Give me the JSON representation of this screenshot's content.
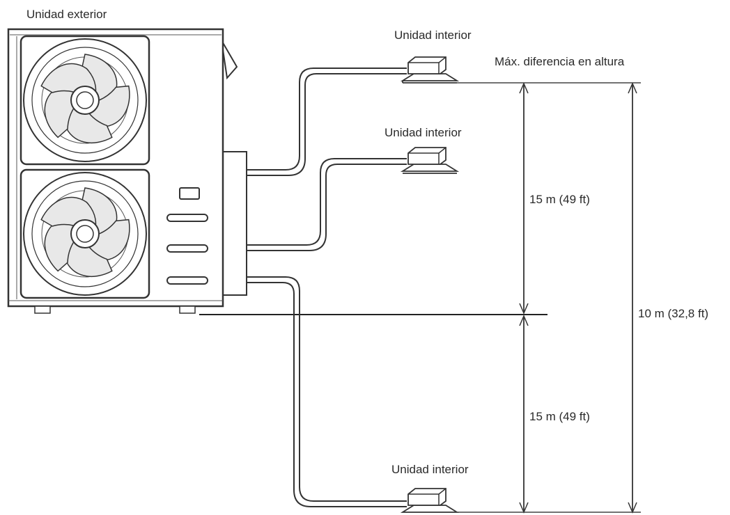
{
  "labels": {
    "outdoor_unit": "Unidad exterior",
    "indoor_unit_top": "Unidad interior",
    "indoor_unit_middle": "Unidad interior",
    "indoor_unit_bottom": "Unidad interior",
    "max_height_difference": "Máx. diferencia en altura",
    "upper_distance": "15 m (49 ft)",
    "lower_distance": "15 m (49 ft)",
    "total_distance": "10 m (32,8 ft)"
  },
  "colors": {
    "line": "#333333",
    "fan_blade_fill": "#e6e6e6",
    "background": "#ffffff"
  }
}
